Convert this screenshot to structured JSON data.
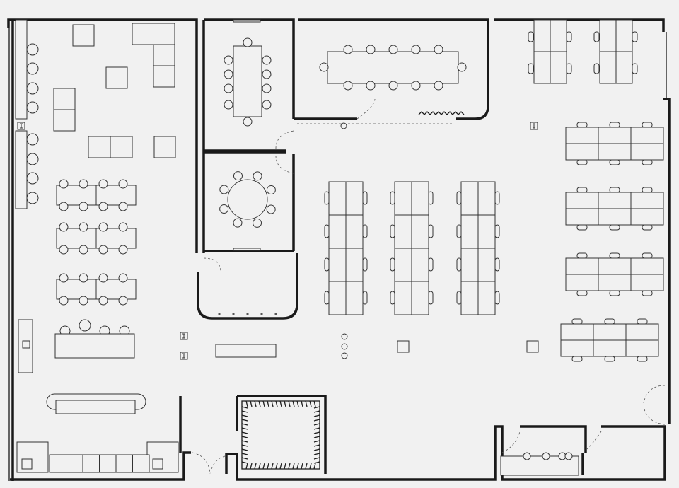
{
  "colors": {
    "background": "#f1f1f1",
    "wall": "#1a1a1a",
    "furniture": "#333333"
  },
  "plan": {
    "rooms": [
      "lounge",
      "meeting-room-rect-table",
      "meeting-room-round-table",
      "small-room",
      "conference-room",
      "open-office",
      "storage-closet",
      "bottom-right-rooms"
    ],
    "icons": [
      "column-marker-icon",
      "door-swing-icon",
      "chair-icon",
      "desk-icon"
    ]
  }
}
